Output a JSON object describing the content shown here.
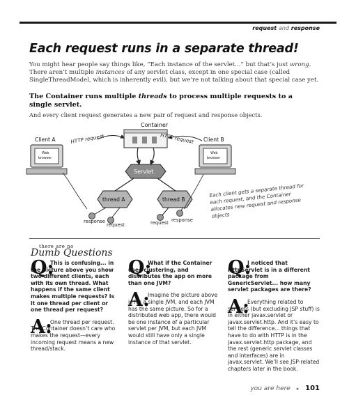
{
  "header": {
    "tag_request": "request",
    "tag_and": "and",
    "tag_response": "response"
  },
  "title": "Each request runs in a separate thread!",
  "intro": {
    "p1": "You might hear people say things like, “Each instance of the servlet...” but that’s just",
    "p1_em": "wrong",
    "p1b": ". There aren’t multiple",
    "p1_em2": "instances",
    "p1c": "of any servlet class, except in one special case (called SingleThreadModel, which is inherently evil), but we’re not talking about that special case yet."
  },
  "lead": {
    "pre": "The Container runs multiple",
    "em": "threads",
    "post": "to process multiple requests to a single servlet."
  },
  "lead2": "And every client request generates a new pair of request and response objects.",
  "diagram": {
    "container": "Container",
    "client_a": "Client A",
    "client_b": "Client B",
    "browser_a_1": "Web",
    "browser_a_2": "browser",
    "browser_b_1": "Web",
    "browser_b_2": "browser",
    "http_a": "HTTP request",
    "http_b": "HTTP request",
    "servlet": "Servlet",
    "thread_a": "thread A",
    "thread_b": "thread B",
    "resp_a": "response",
    "req_a": "request",
    "req_b": "request",
    "resp_b": "response"
  },
  "caption": "Each client gets a separate thread for each request, and the Container allocates new request and response objects",
  "dumb": {
    "small": "there are no",
    "big": "Dumb Questions"
  },
  "qa": [
    {
      "q_letter": "Q:",
      "q": "This is confusing... in the picture above you show two different clients, each with its own thread. What happens if the same client makes multiple requests? Is it one thread per client or one thread per request?",
      "a_letter": "A:",
      "a": "One thread per request. The Container doesn’t care who makes the request—every incoming request means a new thread/stack."
    },
    {
      "q_letter": "Q:",
      "q": "What if the Container uses clustering, and distributes the app on more than one JVM?",
      "a_letter": "A:",
      "a": "Imagine the picture above is for a single JVM, and each JVM has the same picture. So for a distributed web app, there would be one instance of a particular servlet per JVM, but each JVM would still have only a single instance of that servlet."
    },
    {
      "q_letter": "Q:",
      "q": "I noticed that HttpServlet is in a different package from GenericServlet... how many servlet packages are there?",
      "a_letter": "A:",
      "a": "Everything related to servlets (but excluding JSP stuff) is in either javax.servlet or javax.servlet.http. And it’s easy to tell the difference... things that have to do with HTTP is in the javax.servlet.http package, and the rest (generic servlet classes and interfaces) are in javax.servlet. We’ll see JSP-related chapters later in the book."
    }
  ],
  "footer": {
    "here": "you are here",
    "arrow": "▸",
    "page": "101"
  }
}
